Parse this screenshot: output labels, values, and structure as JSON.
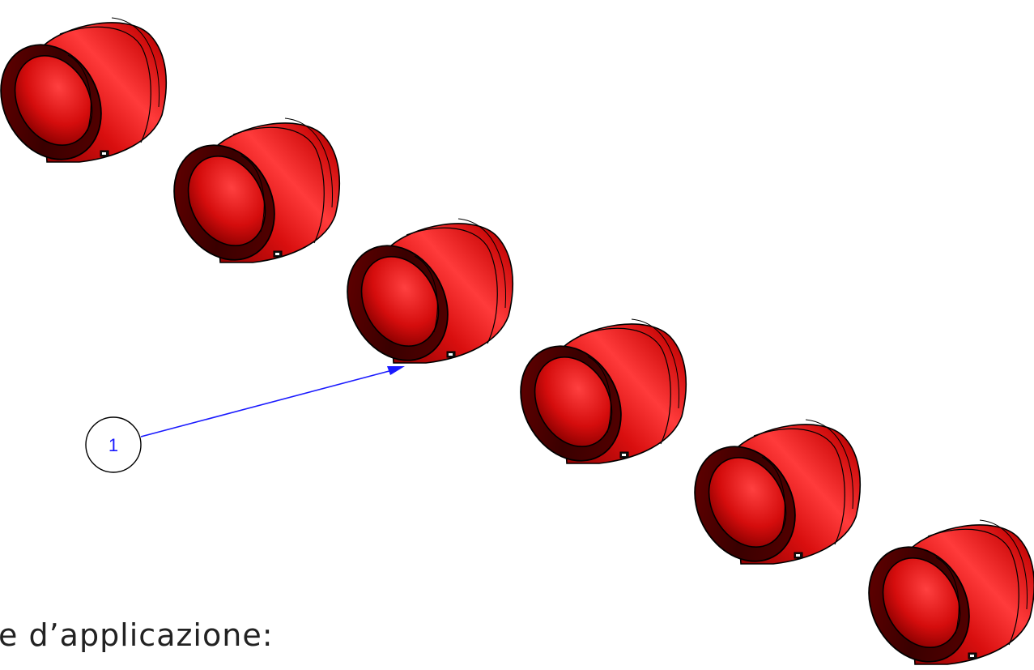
{
  "part_count": 6,
  "balloon": {
    "number": "1"
  },
  "caption": {
    "text": "e  d’applicazione:"
  },
  "colors": {
    "part_body": "#e01010",
    "part_highlight": "#ff3a3a",
    "part_shadow": "#7a0000",
    "leader": "#1a1aff",
    "outline": "#000000"
  }
}
